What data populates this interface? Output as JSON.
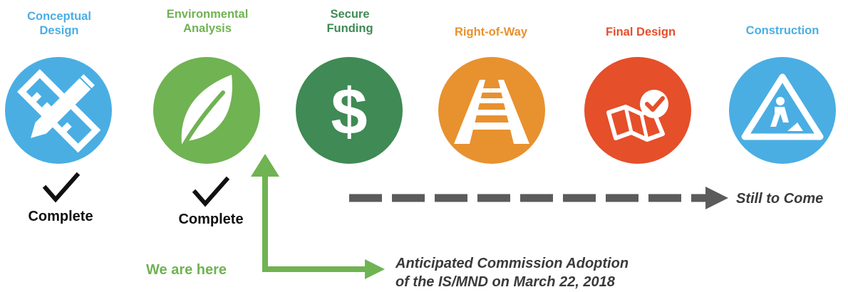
{
  "colors": {
    "conceptual": "#4aaee3",
    "environmental": "#6fb352",
    "funding": "#3f8a55",
    "row": "#e8912f",
    "final": "#e54f2a",
    "construction": "#4aaee3",
    "arrow_gray": "#5b5b5b",
    "here_green": "#6fb352"
  },
  "stages": [
    {
      "label": "Conceptual\nDesign",
      "icon": "pencil-ruler-icon"
    },
    {
      "label": "Environmental\nAnalysis",
      "icon": "leaf-icon"
    },
    {
      "label": "Secure\nFunding",
      "icon": "dollar-icon"
    },
    {
      "label": "Right-of-Way",
      "icon": "railroad-track-icon"
    },
    {
      "label": "Final Design",
      "icon": "map-check-icon"
    },
    {
      "label": "Construction",
      "icon": "road-work-sign-icon"
    }
  ],
  "status": {
    "complete_1": "Complete",
    "complete_2": "Complete"
  },
  "still_to_come": "Still to Come",
  "we_are_here": "We are here",
  "adoption_note": {
    "line1": "Anticipated Commission Adoption",
    "line2": "of the IS/MND on March 22, 2018"
  }
}
